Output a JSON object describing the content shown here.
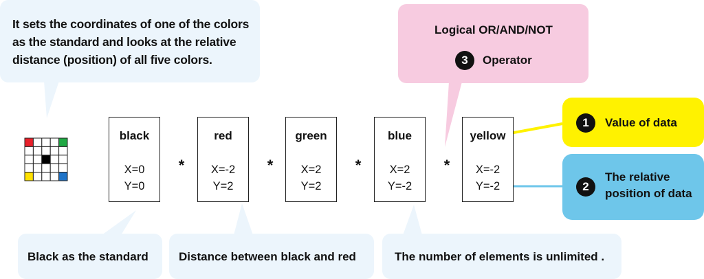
{
  "callouts": {
    "description": [
      "It sets the coordinates of one of the colors",
      "as the standard and looks at the relative",
      "distance (position) of all five colors."
    ],
    "operator_title": "Logical OR/AND/NOT",
    "operator_number": "3",
    "operator_label": "Operator",
    "bottom": {
      "standard": "Black as the standard",
      "distance": "Distance between black and red",
      "unlimited": "The number of elements is unlimited ."
    }
  },
  "legend": {
    "value": {
      "number": "1",
      "label": "Value of data"
    },
    "position": {
      "number": "2",
      "label_line1": "The relative",
      "label_line2": "position of data"
    }
  },
  "cards": [
    {
      "name": "black",
      "x": "X=0",
      "y": "Y=0"
    },
    {
      "name": "red",
      "x": "X=-2",
      "y": "Y=2"
    },
    {
      "name": "green",
      "x": "X=2",
      "y": "Y=2"
    },
    {
      "name": "blue",
      "x": "X=2",
      "y": "Y=-2"
    },
    {
      "name": "yellow",
      "x": "X=-2",
      "y": "Y=-2"
    }
  ],
  "operators": [
    "*",
    "*",
    "*",
    "*"
  ],
  "grid": {
    "size": 5,
    "cells": {
      "red": [
        0,
        0
      ],
      "green": [
        4,
        0
      ],
      "black": [
        2,
        2
      ],
      "yellow": [
        0,
        4
      ],
      "blue": [
        4,
        4
      ]
    }
  },
  "colors": {
    "callout_blue": "#ecf5fc",
    "callout_pink": "#f7cbe0",
    "legend_yellow": "#fff200",
    "legend_cyan": "#6ec6ea",
    "grid_red": "#e8202a",
    "grid_green": "#1fa843",
    "grid_black": "#000000",
    "grid_yellow": "#ffe100",
    "grid_blue": "#1e73c8"
  }
}
